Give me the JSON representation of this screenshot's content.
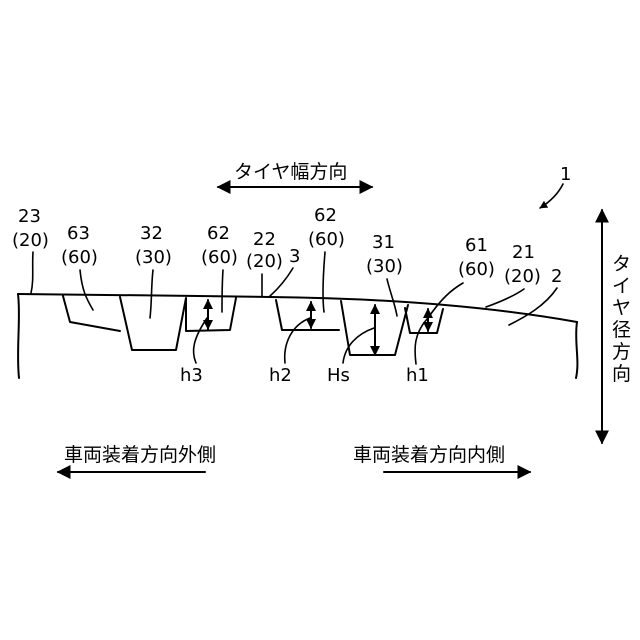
{
  "figure_number": "1",
  "directions": {
    "width": "タイヤ幅方向",
    "radial": "タイヤ径方向",
    "outer": "車両装着方向外側",
    "inner": "車両装着方向内側"
  },
  "labels": {
    "l23": "23",
    "l23p": "(20)",
    "l63": "63",
    "l63p": "(60)",
    "l32": "32",
    "l32p": "(30)",
    "l62a": "62",
    "l62ap": "(60)",
    "l22": "22",
    "l22p": "(20)",
    "l3": "3",
    "l62b": "62",
    "l62bp": "(60)",
    "l31": "31",
    "l31p": "(30)",
    "l61": "61",
    "l61p": "(60)",
    "l21": "21",
    "l21p": "(20)",
    "l2": "2",
    "h3": "h3",
    "h2": "h2",
    "Hs": "Hs",
    "h1": "h1"
  }
}
